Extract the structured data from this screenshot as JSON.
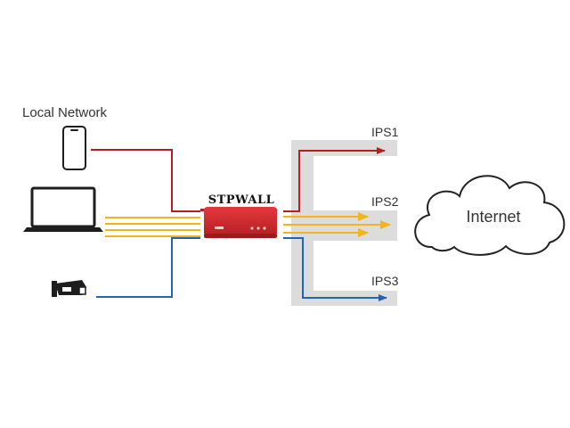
{
  "local_network": {
    "label": "Local Network"
  },
  "firewall": {
    "label": "STPWALL"
  },
  "isps": [
    {
      "label": "IPS1"
    },
    {
      "label": "IPS2"
    },
    {
      "label": "IPS3"
    }
  ],
  "internet": {
    "label": "Internet"
  },
  "colors": {
    "red_link": "#b51f24",
    "yellow_link": "#f2b31b",
    "blue_link": "#2065b8",
    "firewall_body": "#d42b2f",
    "isp_band": "#dcdcdc",
    "device_dark": "#1e1e1e"
  },
  "icons": [
    "smartphone-icon",
    "laptop-icon",
    "security-camera-icon",
    "cloud-icon",
    "firewall-appliance"
  ]
}
